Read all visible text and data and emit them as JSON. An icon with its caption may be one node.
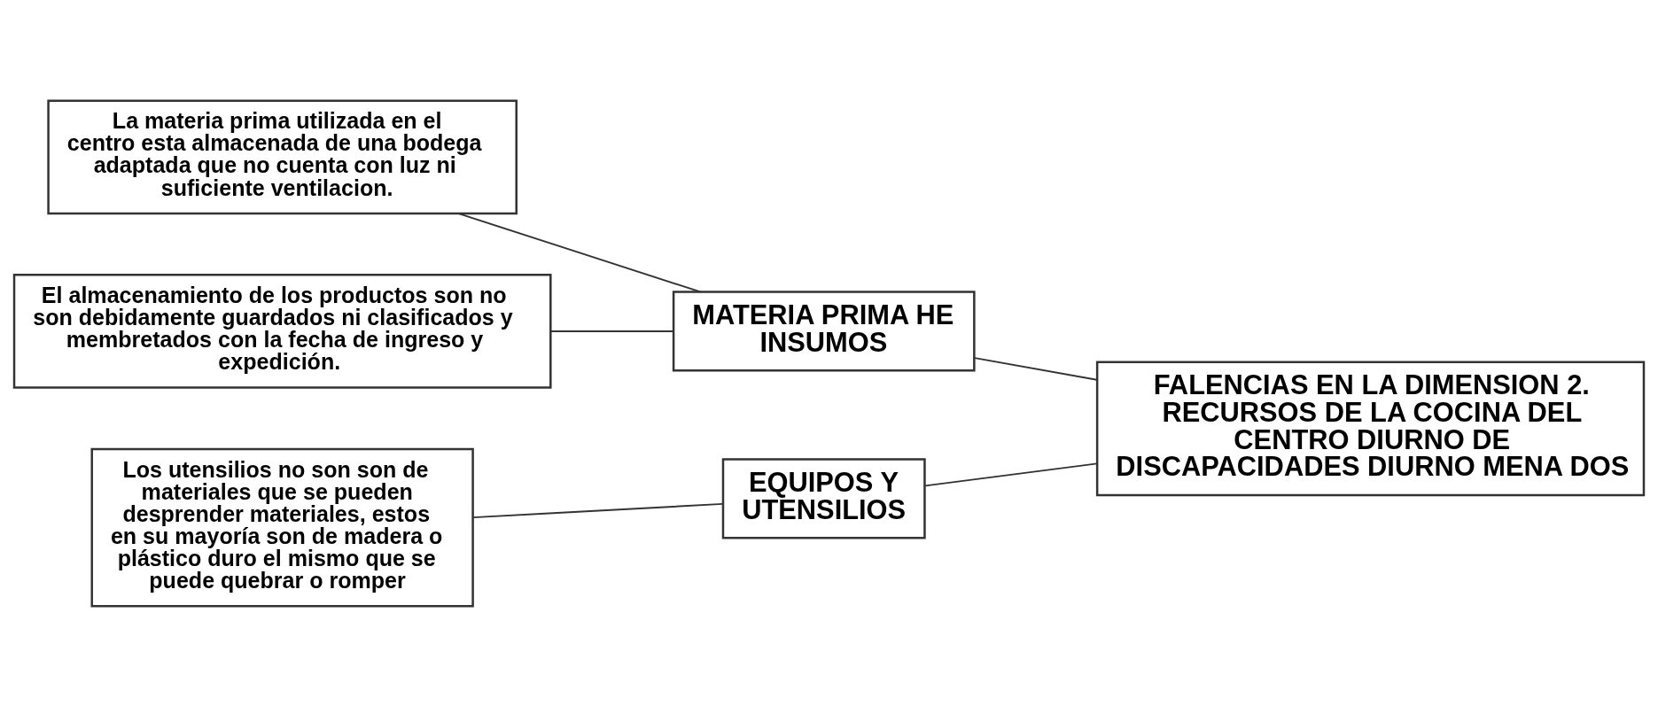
{
  "diagram": {
    "nodes": [
      {
        "text": [
          "EQUIPOS Y UTENSILIOS"
        ]
      },
      {
        "text": [
          "Los utensilios no son son de materiales que se pueden desprender materiales, estos en su mayoría son de madera o plástico duro el mismo que se puede quebrar o romper"
        ]
      },
      {
        "text": [
          "FALENCIAS EN LA DIMENSION 2. RECURSOS DE LA COCINA DEL CENTRO DIURNO DE DISCAPACIDADES DIURNO MENA DOS"
        ]
      },
      {
        "text": [
          "La materia prima utilizada en el centro esta almacenada de una bodega adaptada que no cuenta con luz ni suficiente ventilacion."
        ]
      },
      {
        "text": [
          "El almacenamiento de los productos son no son debidamente guardados ni clasificados y membretados con la fecha de ingreso y expedición."
        ]
      },
      {
        "text": [
          "MATERIA PRIMA HE INSUMOS"
        ]
      }
    ],
    "edges": [
      {
        "from": 0,
        "to": 2,
        "arrow": "none"
      },
      {
        "from": 5,
        "to": 2,
        "arrow": "none"
      },
      {
        "from": 1,
        "to": 0,
        "arrow": "none"
      },
      {
        "from": 3,
        "to": 5,
        "arrow": "none"
      },
      {
        "from": 4,
        "to": 5,
        "arrow": "none"
      }
    ]
  }
}
